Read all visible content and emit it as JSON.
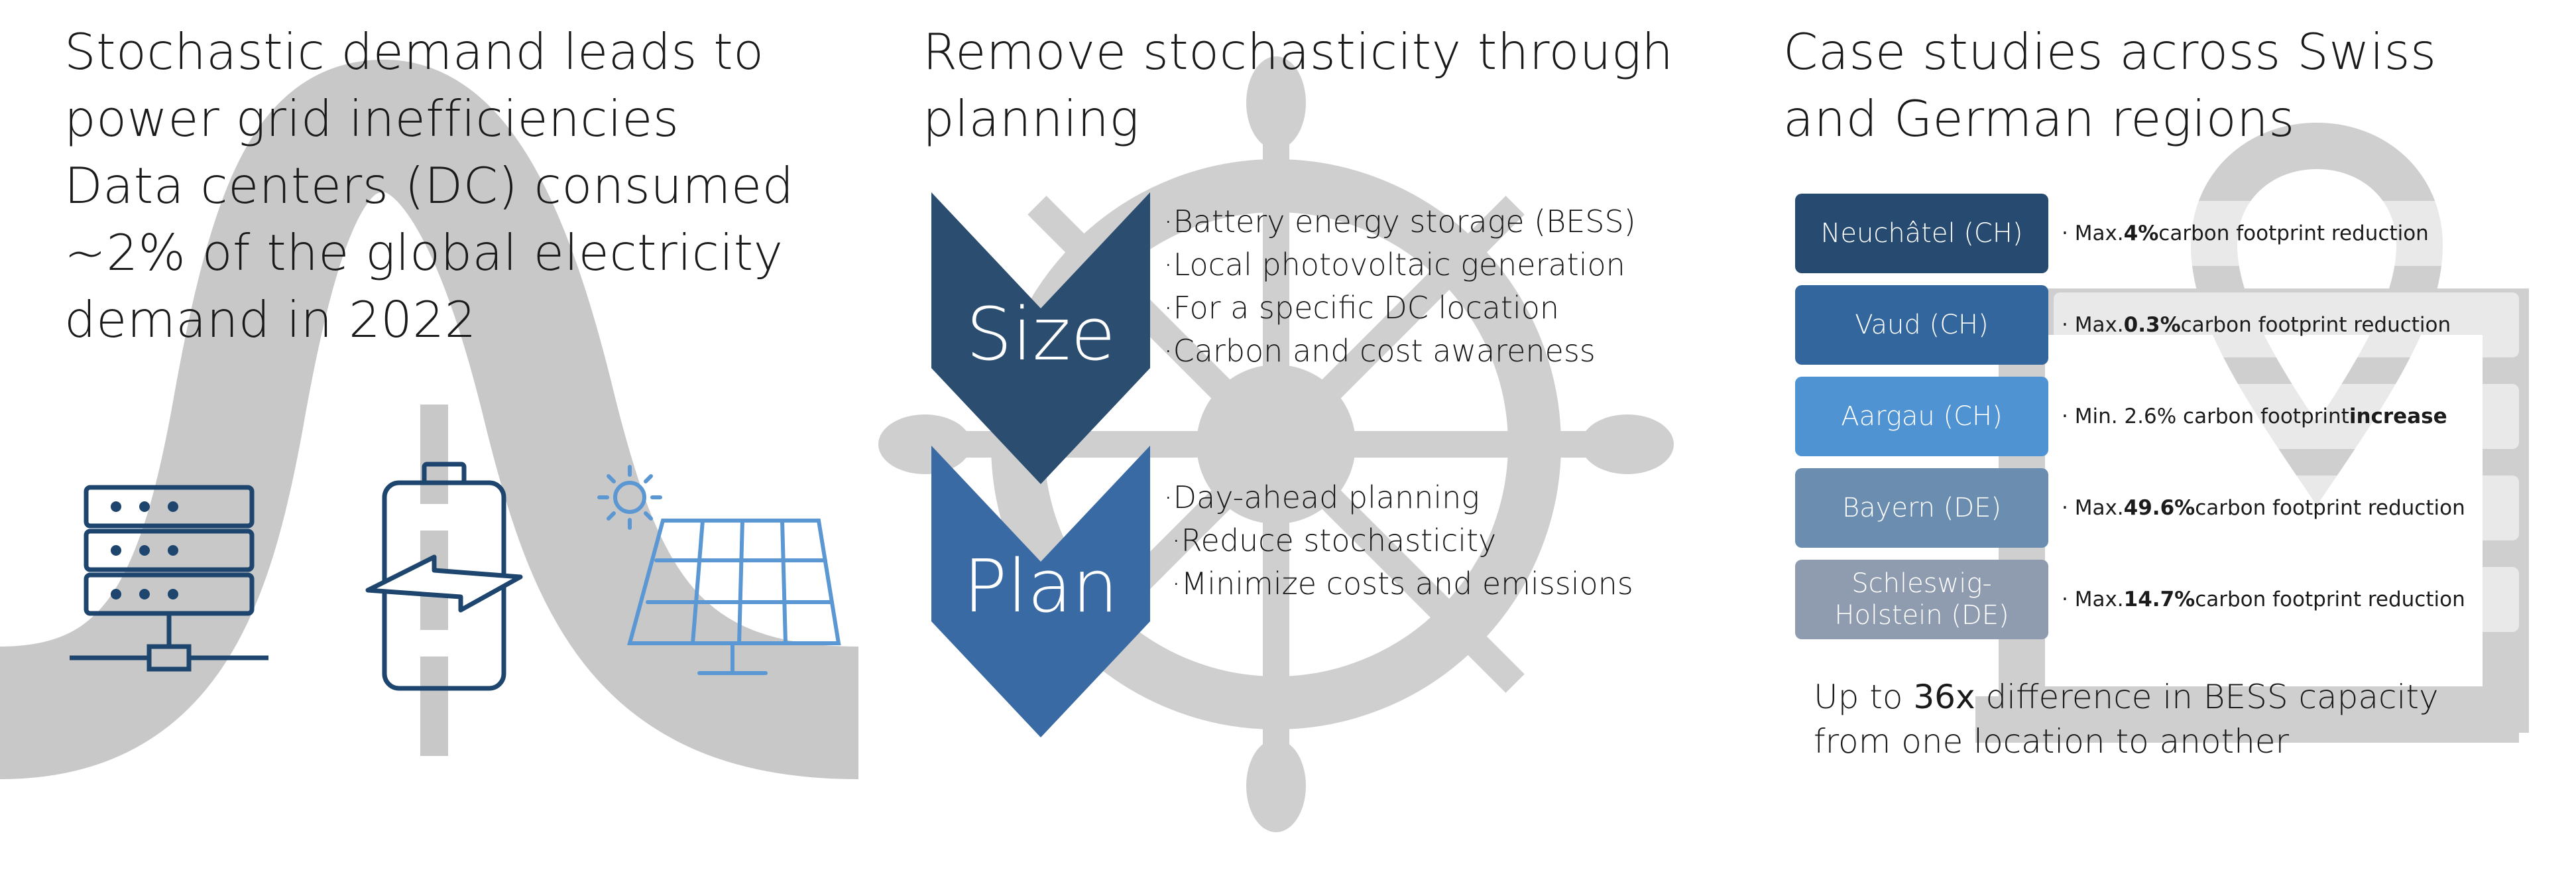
{
  "colors": {
    "size_chevron": "#2b4d70",
    "plan_chevron": "#3a6aa4",
    "icon_dark": "#1d456e",
    "icon_light": "#5b97d3",
    "background_graphic": "#c8c8c8",
    "region_1": "#264a70",
    "region_2": "#32669d",
    "region_3": "#4f93d3",
    "region_4": "#6a8db0",
    "region_5": "#8f9caf"
  },
  "left_panel": {
    "heading_lines": [
      "Stochastic demand leads to",
      "power grid inefficiencies",
      "Data centers (DC) consumed",
      "~2% of the global electricity",
      "demand in 2022"
    ],
    "icons": [
      "server-rack-icon",
      "battery-charge-icon",
      "solar-panel-icon"
    ]
  },
  "middle_panel": {
    "heading_lines": [
      "Remove stochasticity through",
      "planning"
    ],
    "size": {
      "label": "Size",
      "bullets": [
        "·Battery energy storage (BESS)",
        "·Local photovoltaic generation",
        "·For a specific DC location",
        "·Carbon and cost awareness"
      ]
    },
    "plan": {
      "label": "Plan",
      "bullets": [
        "·Day-ahead planning",
        "·Reduce stochasticity",
        "·Minimize costs and emissions"
      ]
    }
  },
  "right_panel": {
    "heading_lines": [
      "Case studies across Swiss",
      "and German regions"
    ],
    "regions": [
      {
        "name": "Neuchâtel (CH)",
        "note_prefix": "· Max. ",
        "note_value": "4%",
        "note_suffix": " carbon footprint reduction"
      },
      {
        "name": "Vaud (CH)",
        "note_prefix": "· Max. ",
        "note_value": "0.3%",
        "note_suffix": " carbon footprint reduction"
      },
      {
        "name": "Aargau (CH)",
        "note_prefix": "· Min. 2.6% carbon footprint ",
        "note_value": "increase",
        "note_suffix": ""
      },
      {
        "name": "Bayern (DE)",
        "note_prefix": "· Max. ",
        "note_value": "49.6%",
        "note_suffix": " carbon footprint reduction"
      },
      {
        "name": "Schleswig-Holstein (DE)",
        "name_lines": [
          "Schleswig-",
          "Holstein (DE)"
        ],
        "note_prefix": "· Max. ",
        "note_value": "14.7%",
        "note_suffix": " carbon footprint reduction"
      }
    ],
    "footer": {
      "line1_prefix": "Up to ",
      "line1_value": "36x",
      "line1_suffix": " difference in BESS capacity",
      "line2": "from one location to another"
    }
  }
}
